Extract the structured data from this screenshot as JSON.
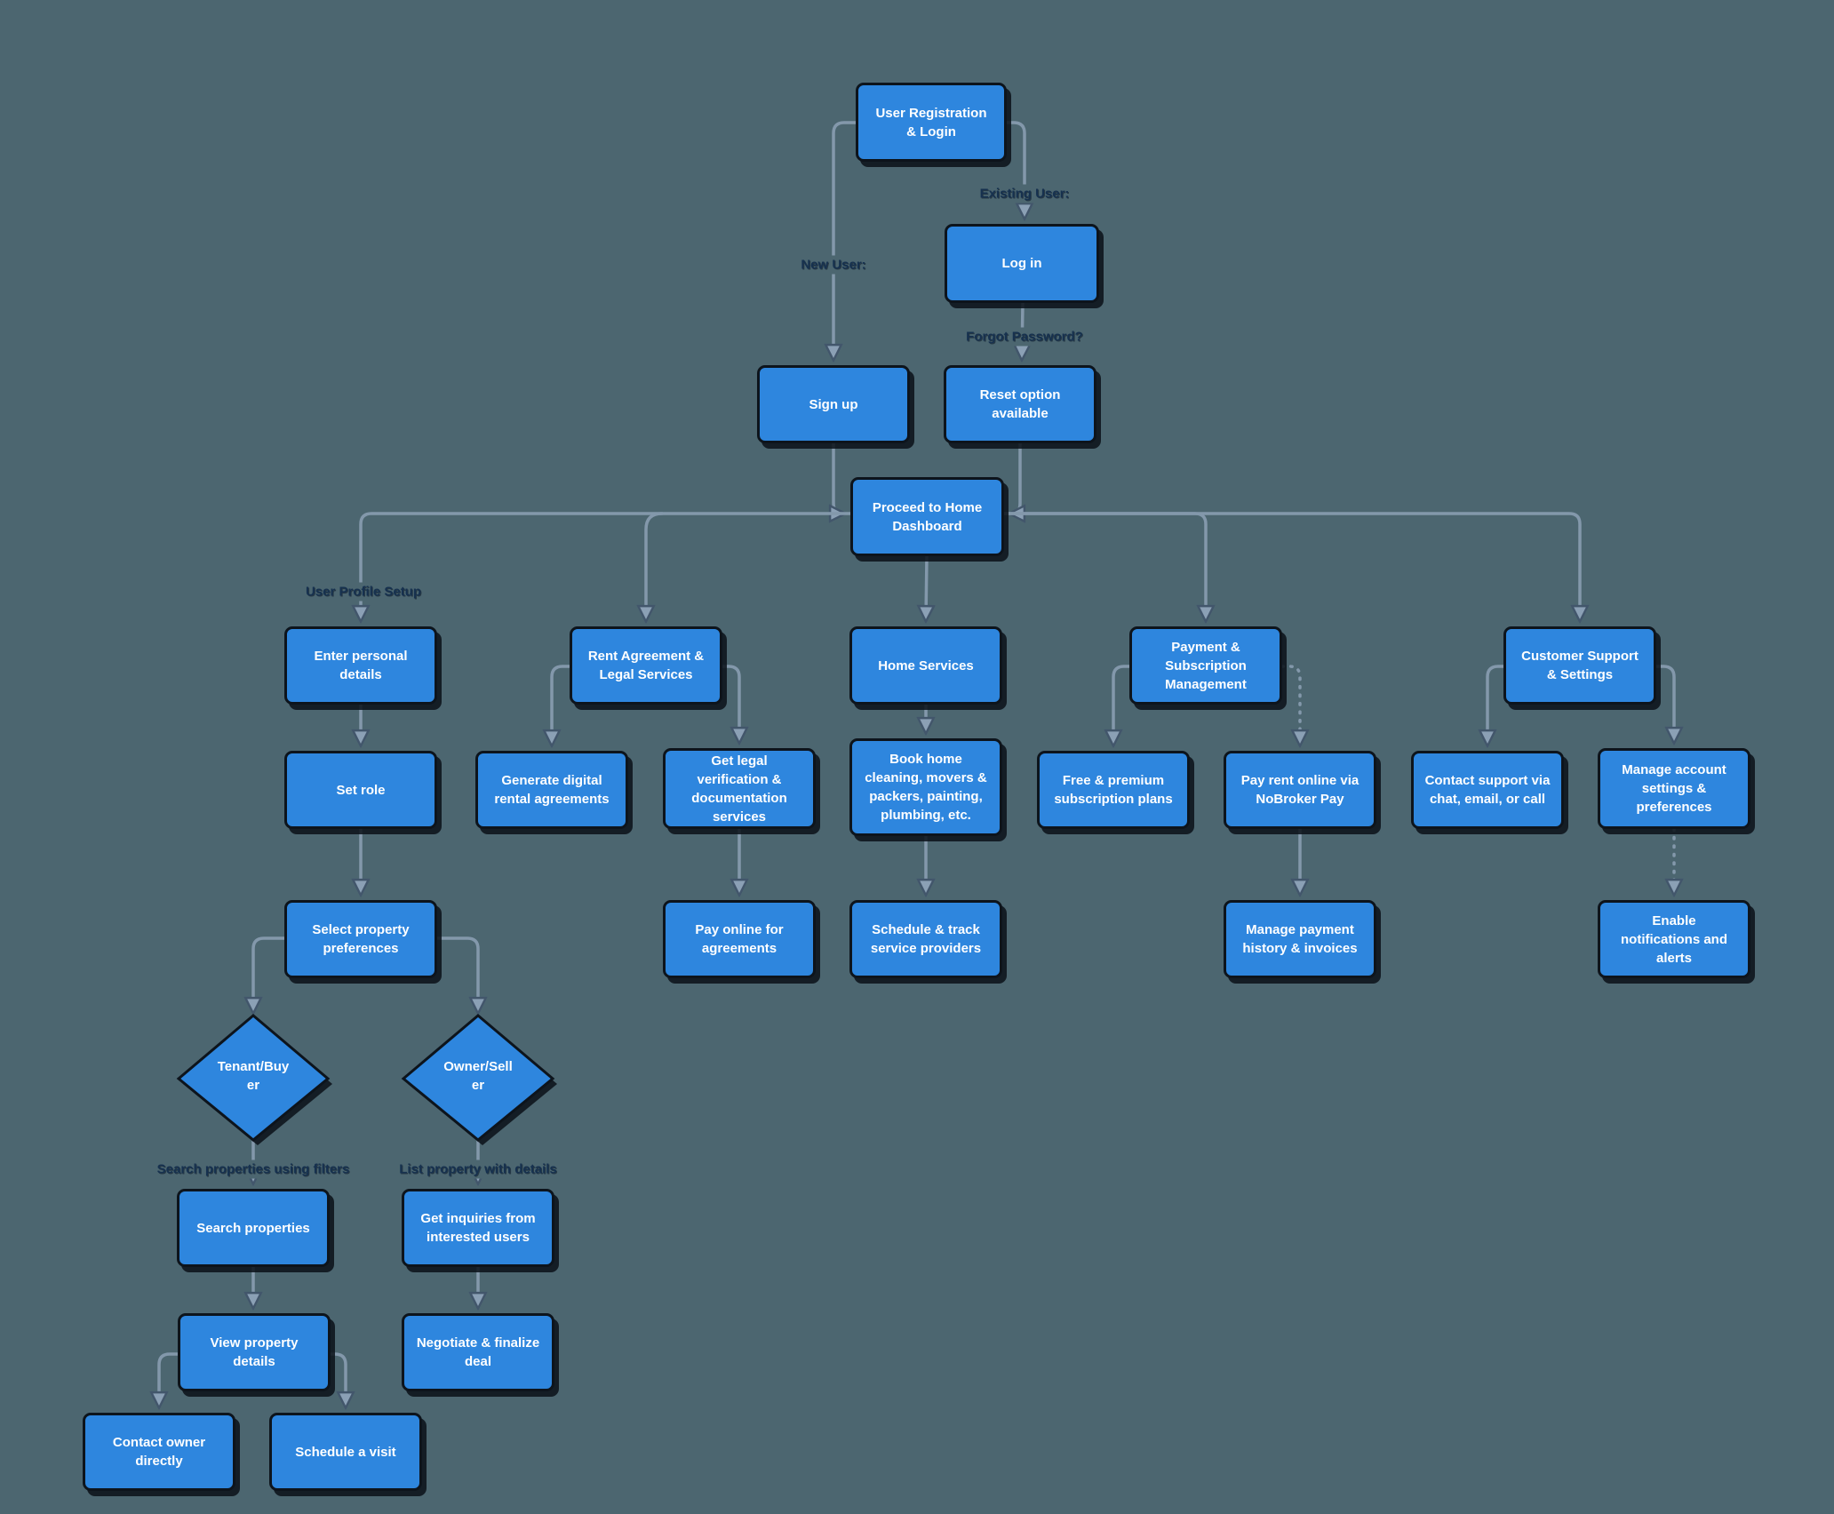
{
  "diagram": {
    "type": "flowchart",
    "colors": {
      "background": "#4c6670",
      "node_fill": "#2e86de",
      "node_border": "#0d141c",
      "node_text": "#ffffff",
      "edge": "#8398ab",
      "edge_label_text": "#16314f"
    },
    "nodes": {
      "user_registration": "User Registration & Login",
      "login": "Log in",
      "sign_up": "Sign up",
      "reset_option": "Reset option available",
      "dashboard": "Proceed to Home Dashboard",
      "enter_details": "Enter personal details",
      "rent_agreement": "Rent Agreement & Legal Services",
      "home_services": "Home Services",
      "payment_mgmt": "Payment & Subscription Management",
      "customer_support": "Customer Support & Settings",
      "set_role": "Set role",
      "generate_agreements": "Generate digital rental agreements",
      "legal_verification": "Get legal verification & documentation services",
      "book_services": "Book home cleaning, movers & packers, painting, plumbing, etc.",
      "subscription_plans": "Free & premium subscription plans",
      "pay_rent": "Pay rent online via NoBroker Pay",
      "contact_support": "Contact support via chat, email, or call",
      "manage_account": "Manage account settings & preferences",
      "pay_online": "Pay online for agreements",
      "schedule_track": "Schedule & track service providers",
      "manage_payment": "Manage payment history & invoices",
      "enable_notifications": "Enable notifications and alerts",
      "select_preferences": "Select property preferences",
      "tenant_buyer": "Tenant/Buy\ner",
      "owner_seller": "Owner/Sell\ner",
      "search_properties": "Search properties",
      "get_inquiries": "Get inquiries from interested users",
      "view_details": "View property details",
      "negotiate": "Negotiate & finalize deal",
      "contact_owner": "Contact owner directly",
      "schedule_visit": "Schedule a visit"
    },
    "edge_labels": {
      "new_user": "New User:",
      "existing_user": "Existing User:",
      "forgot_password": "Forgot Password?",
      "profile_setup": "User Profile Setup",
      "search_filters": "Search properties using filters",
      "list_property": "List property with details"
    }
  }
}
